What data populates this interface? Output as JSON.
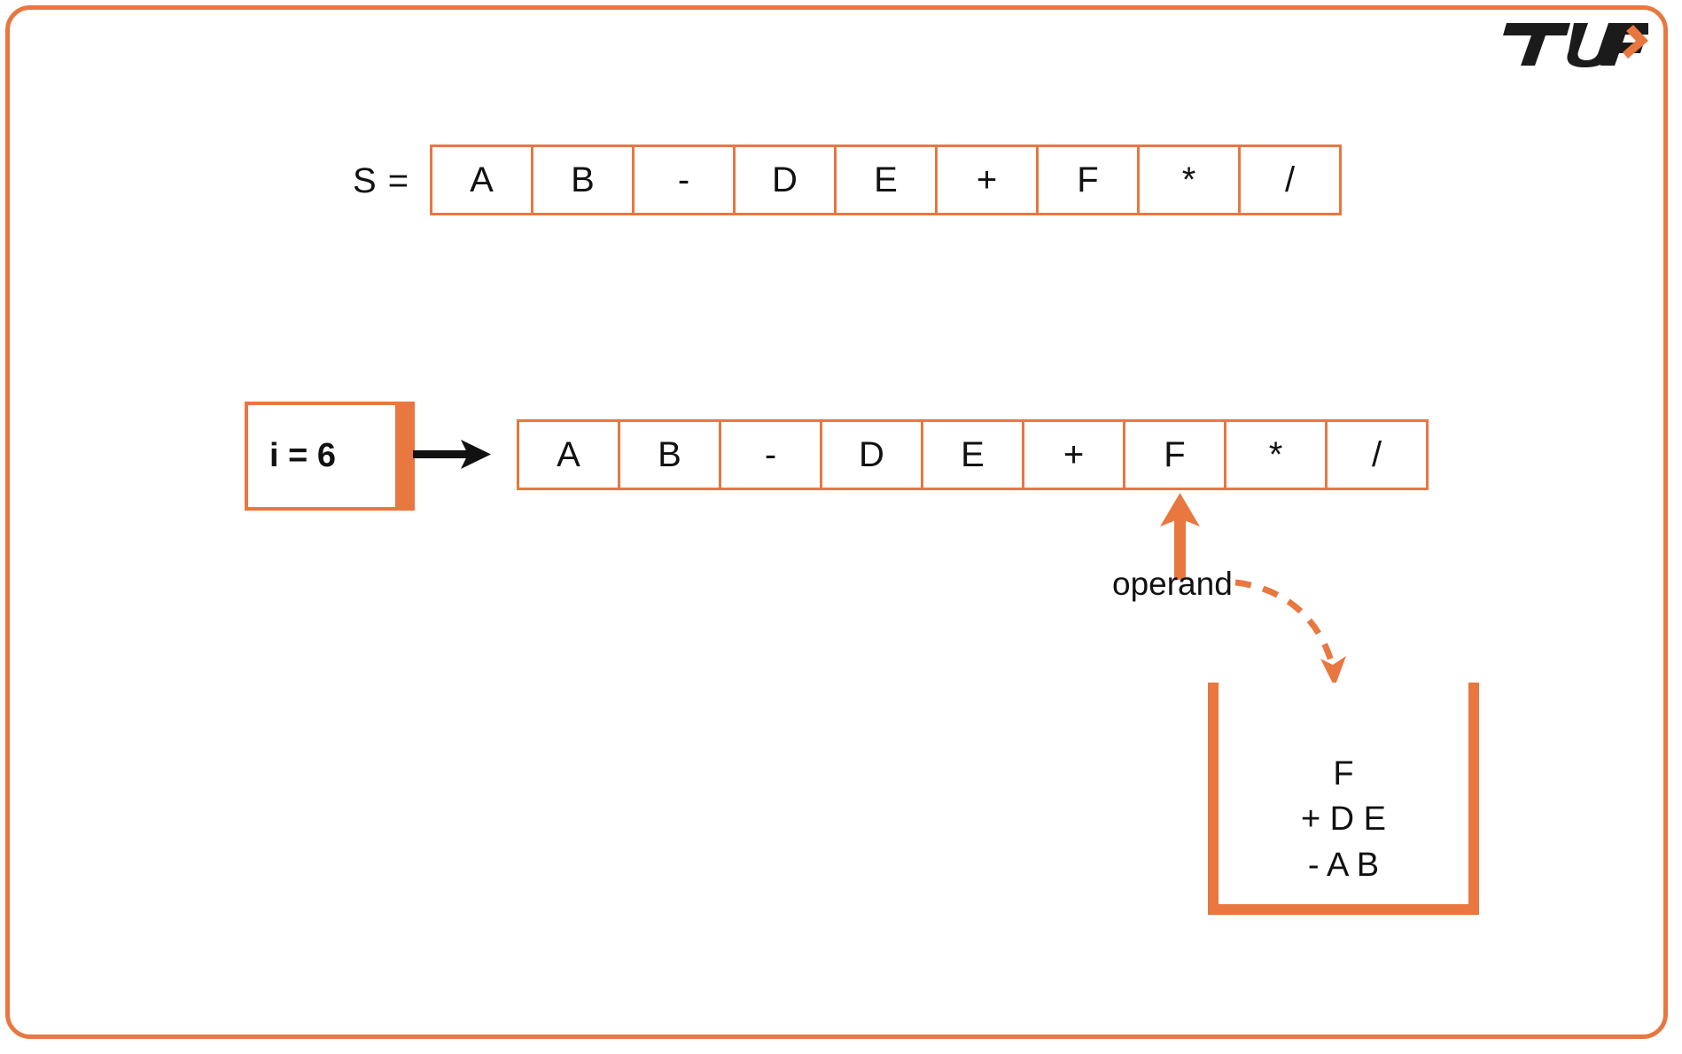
{
  "theme": {
    "accent": "#e87740",
    "text": "#111111",
    "background": "#ffffff"
  },
  "logo": {
    "text": "TUF",
    "chevron": "arrow-chevron"
  },
  "expression_row": {
    "label": "S =",
    "cells": [
      "A",
      "B",
      "-",
      "D",
      "E",
      "+",
      "F",
      "*",
      "/"
    ]
  },
  "pointer": {
    "index_label": "i = 6",
    "arrow": "right-arrow"
  },
  "scan_row": {
    "cells": [
      "A",
      "B",
      "-",
      "D",
      "E",
      "+",
      "F",
      "*",
      "/"
    ],
    "highlight_index": 6
  },
  "annotation": {
    "operand_label": "operand",
    "up_arrow": "up-arrow",
    "curved_arrow": "dashed-curved-arrow"
  },
  "stack": {
    "items": [
      "F",
      "+ D E",
      "- A B"
    ]
  }
}
